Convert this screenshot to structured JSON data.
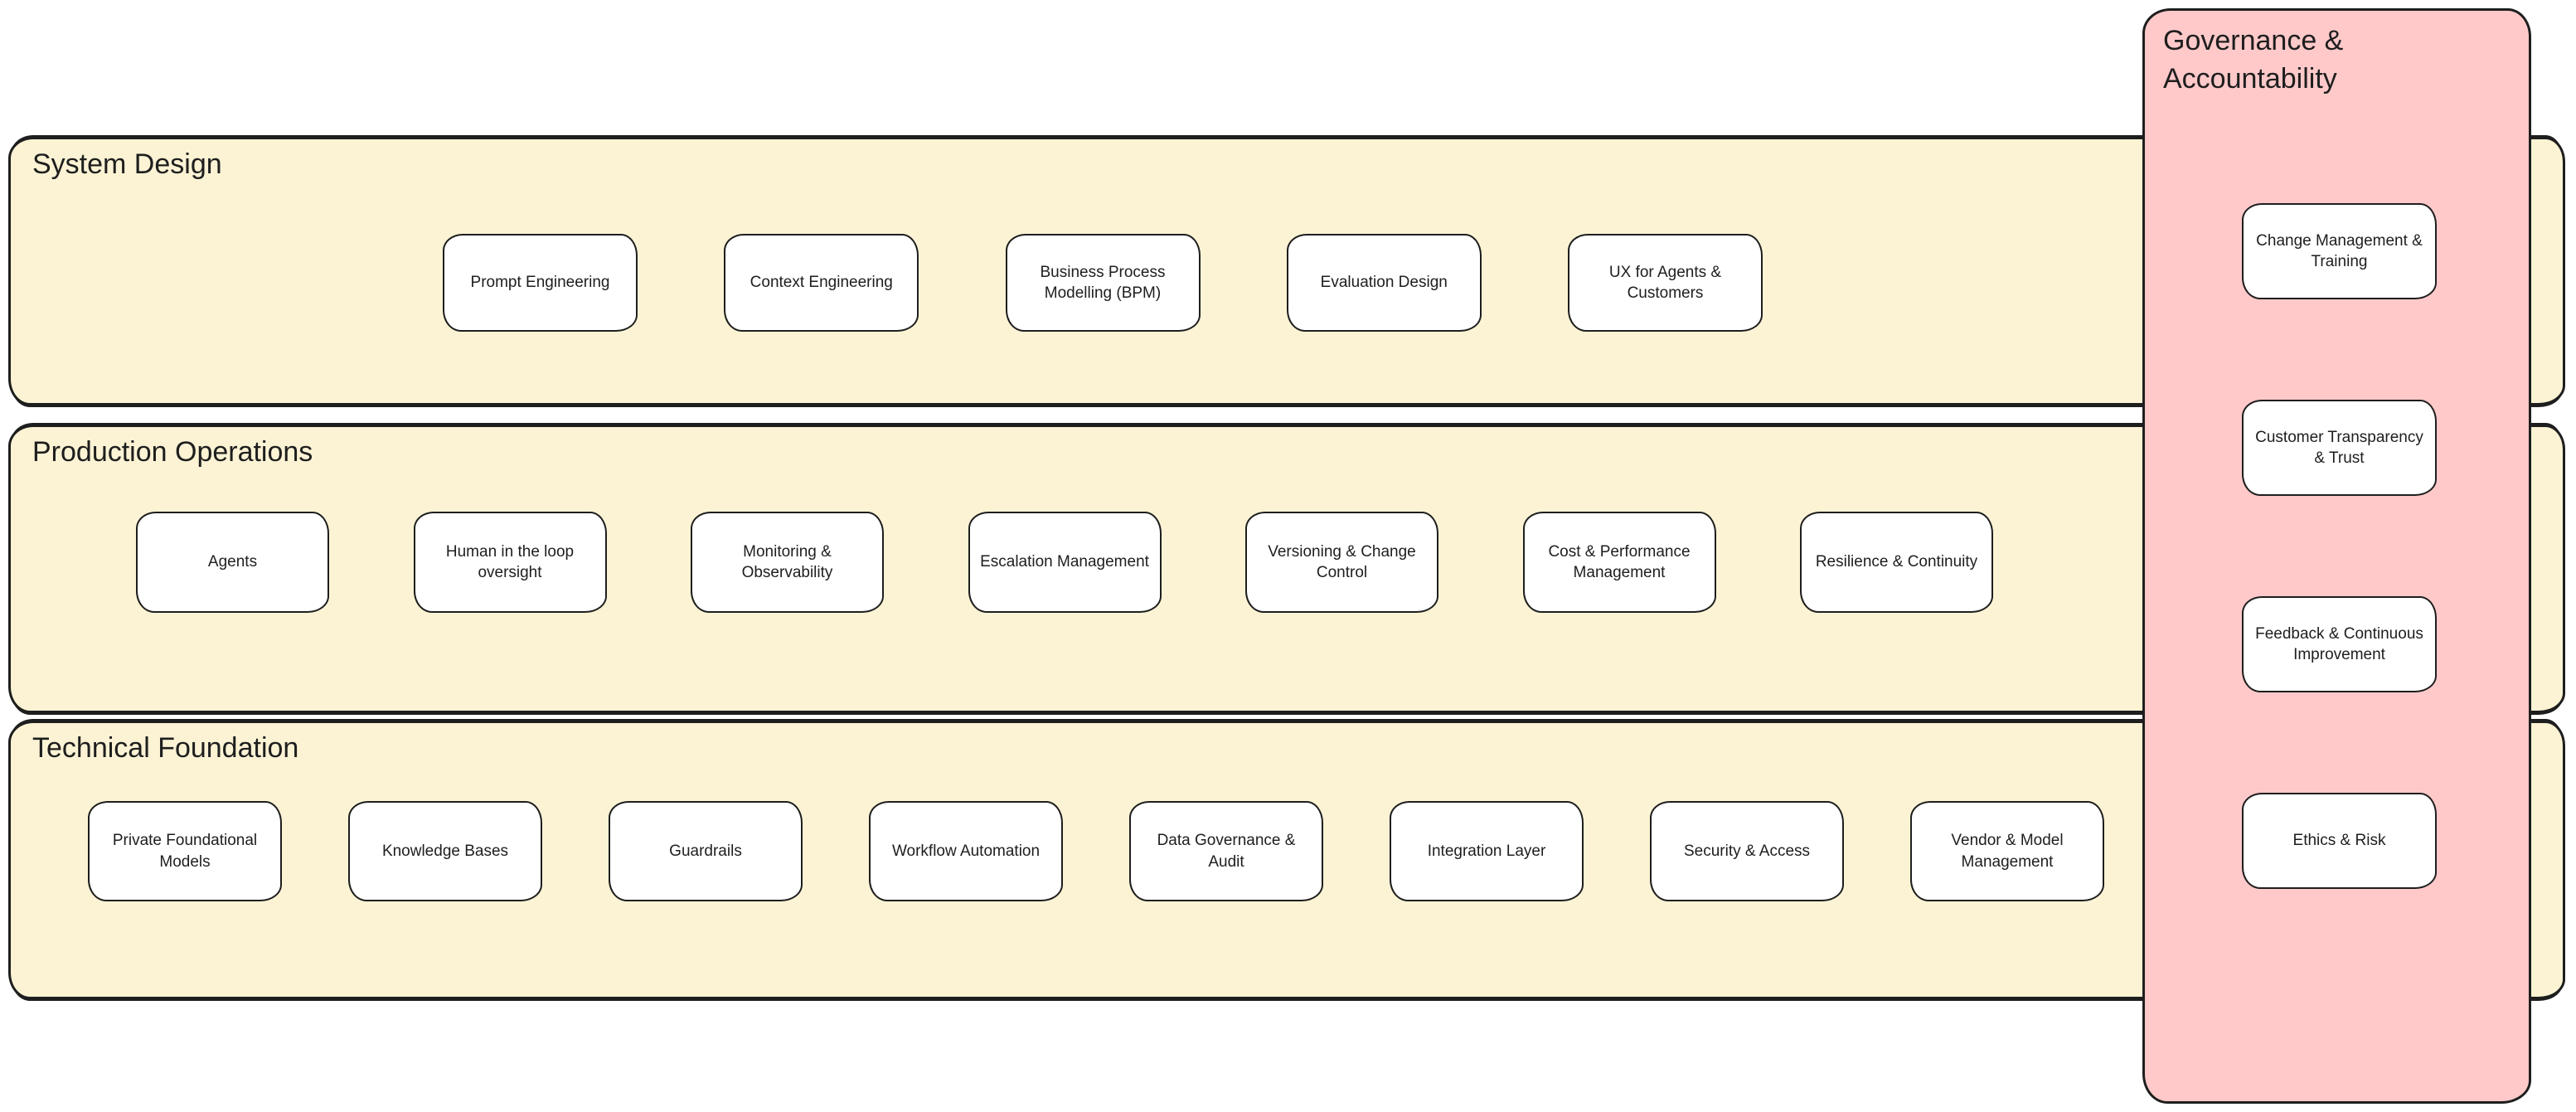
{
  "diagram": {
    "bands": [
      {
        "id": "system-design",
        "title": "System Design",
        "items": [
          "Prompt Engineering",
          "Context Engineering",
          "Business Process Modelling (BPM)",
          "Evaluation Design",
          "UX for Agents & Customers"
        ]
      },
      {
        "id": "production-operations",
        "title": "Production Operations",
        "items": [
          "Agents",
          "Human in the loop oversight",
          "Monitoring & Observability",
          "Escalation Management",
          "Versioning & Change Control",
          "Cost & Performance Management",
          "Resilience & Continuity"
        ]
      },
      {
        "id": "technical-foundation",
        "title": "Technical Foundation",
        "items": [
          "Private Foundational Models",
          "Knowledge Bases",
          "Guardrails",
          "Workflow Automation",
          "Data Governance & Audit",
          "Integration Layer",
          "Security & Access",
          "Vendor & Model Management"
        ]
      }
    ],
    "side_panel": {
      "title": "Governance & Accountability",
      "items": [
        "Change Management & Training",
        "Customer Transparency & Trust",
        "Feedback & Continuous Improvement",
        "Ethics & Risk"
      ]
    },
    "colors": {
      "band_fill": "#FBF3D4",
      "panel_fill": "#FFC9C9",
      "node_fill": "#FFFFFF",
      "stroke": "#1E1E1E",
      "background": "#FFFFFF"
    }
  }
}
